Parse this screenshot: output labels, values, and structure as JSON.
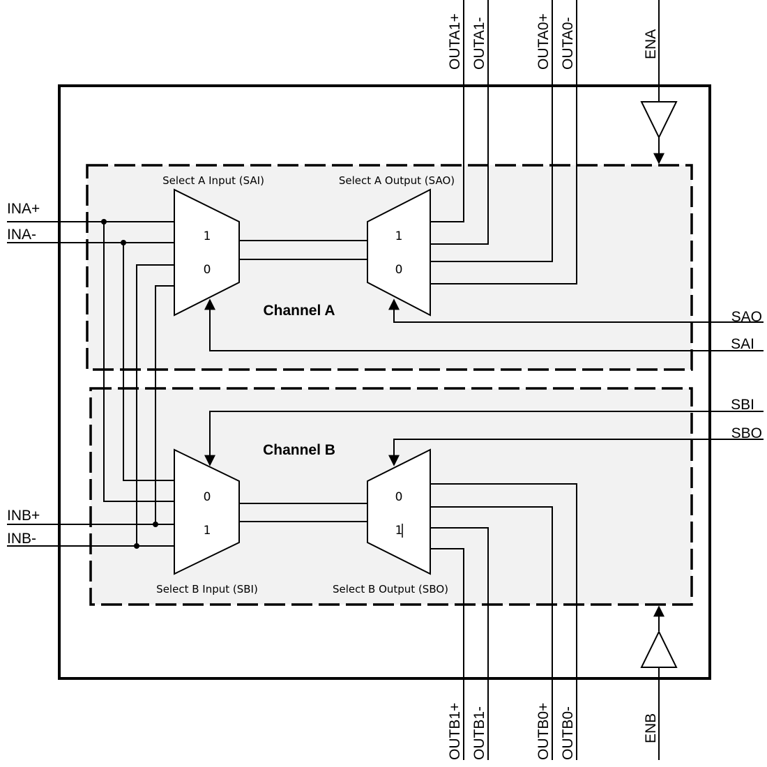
{
  "pins": {
    "ina_pos": "INA+",
    "ina_neg": "INA-",
    "inb_pos": "INB+",
    "inb_neg": "INB-",
    "outa1_pos": "OUTA1+",
    "outa1_neg": "OUTA1-",
    "outa0_pos": "OUTA0+",
    "outa0_neg": "OUTA0-",
    "outb1_pos": "OUTB1+",
    "outb1_neg": "OUTB1-",
    "outb0_pos": "OUTB0+",
    "outb0_neg": "OUTB0-",
    "ena": "ENA",
    "enb": "ENB",
    "sao": "SAO",
    "sai": "SAI",
    "sbi": "SBI",
    "sbo": "SBO"
  },
  "channel_a": {
    "title": "Channel A",
    "input_mux_label": "Select A Input (SAI)",
    "output_mux_label": "Select A Output (SAO)",
    "input_mux_top": "1",
    "input_mux_bottom": "0",
    "output_mux_top": "1",
    "output_mux_bottom": "0"
  },
  "channel_b": {
    "title": "Channel B",
    "input_mux_label": "Select B Input (SBI)",
    "output_mux_label": "Select B Output (SBO)",
    "input_mux_top": "0",
    "input_mux_bottom": "1",
    "output_mux_top": "0",
    "output_mux_bottom": "1"
  }
}
